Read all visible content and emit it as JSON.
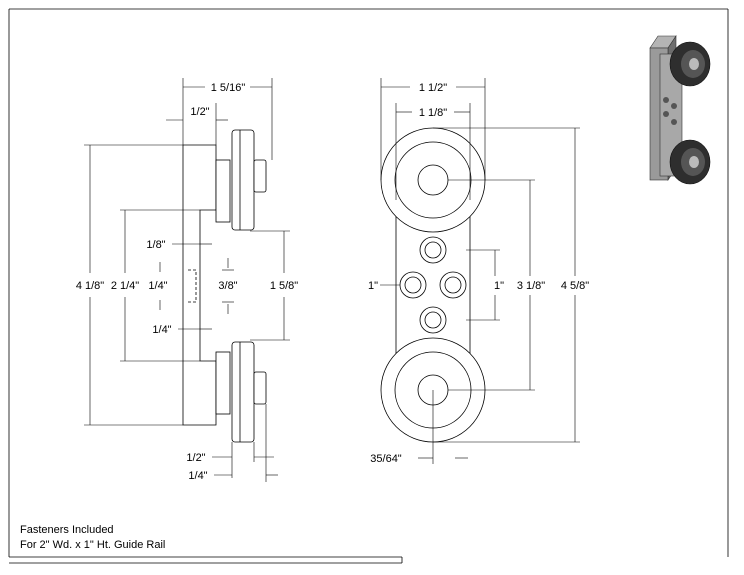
{
  "notes": {
    "line1": "Fasteners Included",
    "line2": "For 2\" Wd. x 1\" Ht. Guide Rail"
  },
  "side_view": {
    "overall_width": "1 5/16\"",
    "plate_width": "1/2\"",
    "overall_height": "4 1/8\"",
    "inner_height": "2 1/4\"",
    "step_top": "1/8\"",
    "small_a": "1/4\"",
    "slot_height": "3/8\"",
    "step_bottom": "1/4\"",
    "axle_span": "1 5/8\"",
    "bottom_left": "1/2\"",
    "bottom_right": "1/4\""
  },
  "front_view": {
    "overall_width": "1 1/2\"",
    "plate_width": "1 1/8\"",
    "hole_left": "1\"",
    "hole_right": "1\"",
    "wheel_span": "3 1/8\"",
    "overall_height": "4 5/8\"",
    "offset": "35/64\""
  },
  "colors": {
    "line": "#000000",
    "thumb_body": "#8a8a8a",
    "thumb_wheel": "#3a3a3a"
  },
  "icons": {
    "thumbnail": "guide-roller-3d-icon"
  }
}
